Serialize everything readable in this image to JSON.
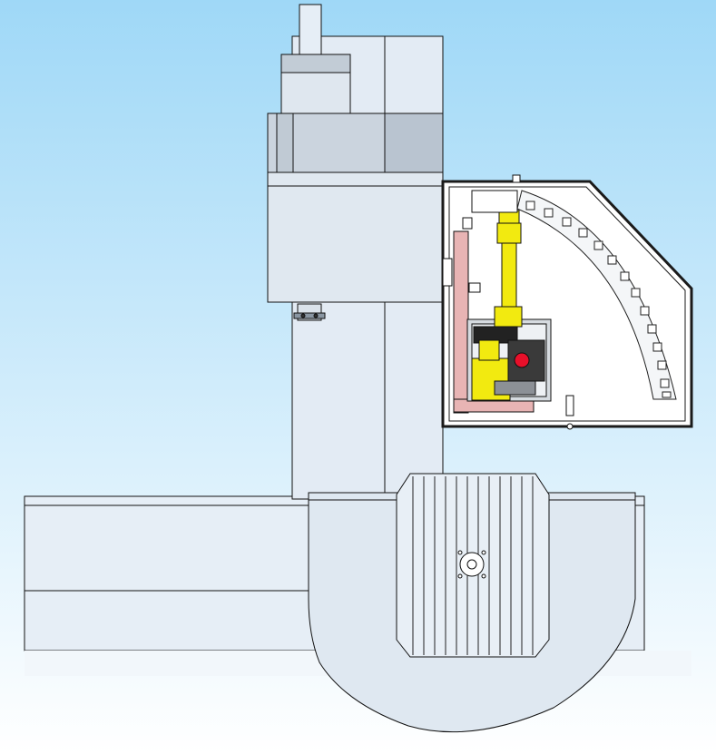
{
  "view": {
    "type": "cad-top-view",
    "subject": "machining-center-with-robot-tool-changer",
    "background_gradient": [
      "#9fd8f7",
      "#ffffff"
    ],
    "colors": {
      "machine_body": "#dfe8f2",
      "machine_shade": "#b9c4d0",
      "outline": "#111111",
      "robot_yellow": "#f2ea10",
      "robot_dark": "#222222",
      "rail_pink": "#e8b4b4",
      "accent_red": "#e8102a",
      "cell_frame": "#1a1a1a"
    },
    "table_slots": 12,
    "tool_pockets": 14,
    "text_labels": []
  }
}
